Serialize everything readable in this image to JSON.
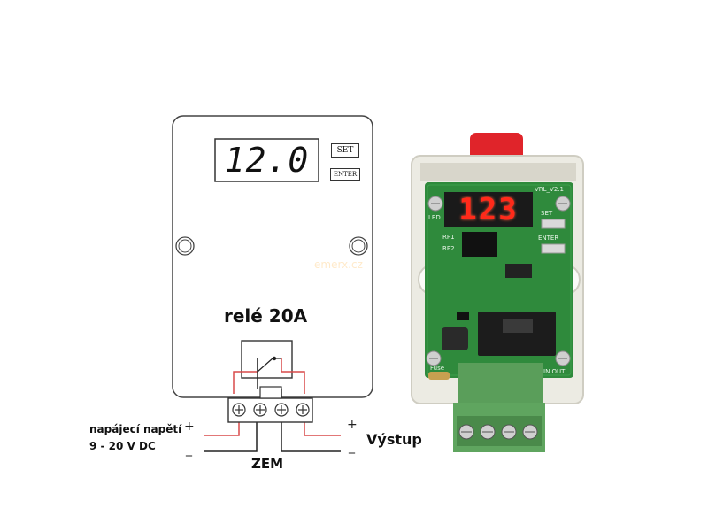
{
  "drawing": {
    "display_value": "12.0",
    "set_label": "SET",
    "enter_label": "ENTER",
    "relay_label": "relé 20A",
    "supply_label_line1": "napájecí napětí",
    "supply_label_line2": "9 - 20 V DC",
    "output_label": "Výstup",
    "ground_label": "ZEM",
    "plus_sign": "+",
    "minus_sign": "_"
  },
  "photo": {
    "display_value": "123",
    "board_version": "VRL_V2.1",
    "set_label": "SET",
    "enter_label": "ENTER",
    "led_label": "LED",
    "rp1_label": "RP1",
    "rp2_label": "RP2",
    "fuse_label": "Fuse",
    "in_out_label": "IN OUT",
    "watermark": "emerx.cz"
  },
  "colors": {
    "pcb_green": "#2f8a3c",
    "terminal_green": "#5a9e5a",
    "case_beige": "#ecebe3",
    "segment_red": "#ff2a1a",
    "wire_red": "#d84a4a",
    "wire_dark": "#222222",
    "tab_red": "#e0242a"
  },
  "icons": [
    "relay-switch-icon",
    "screw-terminal-icon",
    "mounting-hole-icon"
  ]
}
